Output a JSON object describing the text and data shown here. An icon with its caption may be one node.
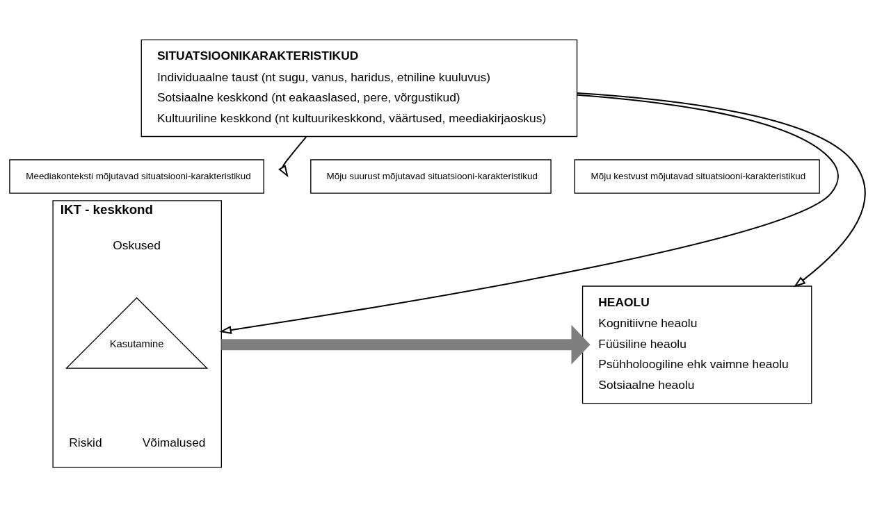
{
  "diagram": {
    "nodes": [
      {
        "text": [
          "SITUATSIOONIKARAKTERISTIKUD",
          "Individuaalne taust (nt sugu, vanus, haridus, etniline kuuluvus)",
          "Sotsiaalne keskkond (nt eakaaslased, pere, võrgustikud)",
          "Kultuuriline keskkond (nt kultuurikeskkond, väärtused, meediakirjaoskus)"
        ]
      },
      {
        "text": [
          "Meediakonteksti mõjutavad situatsiooni-karakteristikud"
        ]
      },
      {
        "text": [
          "Mõju suurust mõjutavad situatsiooni-karakteristikud"
        ]
      },
      {
        "text": [
          "Mõju kestvust mõjutavad situatsiooni-karakteristikud"
        ]
      },
      {
        "text": [
          "IKT - keskkond"
        ]
      },
      {
        "text": [
          "Kasutamine"
        ],
        "in": 4
      },
      {
        "text": [
          "HEAOLU",
          "Kognitiivne heaolu",
          "Füüsiline heaolu",
          "Psühholoogiline ehk vaimne heaolu",
          "Sotsiaalne heaolu"
        ]
      }
    ],
    "edges": [
      {
        "from": 0,
        "to": 4,
        "arrow": "to"
      },
      {
        "from": 0,
        "to": null,
        "arrow": "to"
      },
      {
        "from": 0,
        "to": 6,
        "arrow": "to"
      },
      {
        "from": 4,
        "to": 6,
        "arrow": "to",
        "style": "thick",
        "color": "#7f7f7f"
      }
    ],
    "labels": [
      "Oskused",
      "Riskid",
      "Võimalused"
    ]
  }
}
